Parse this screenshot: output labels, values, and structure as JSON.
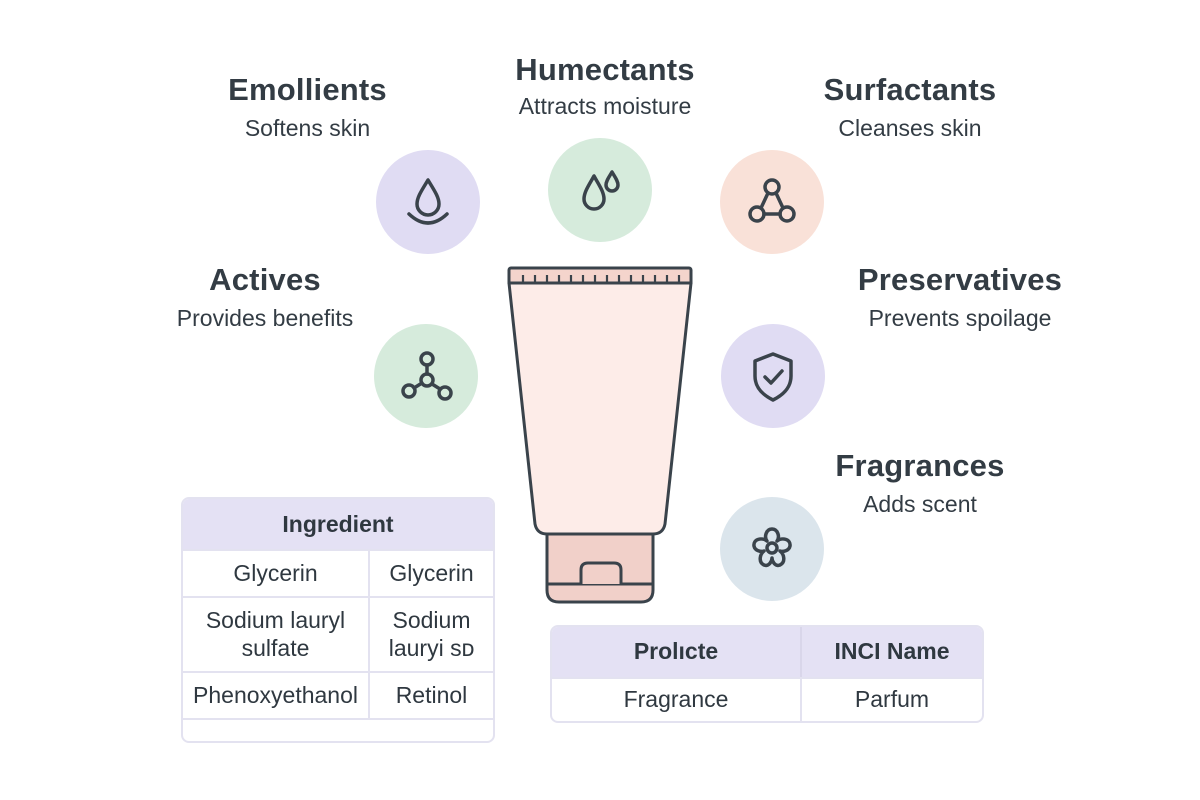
{
  "categories": [
    {
      "id": "emollients",
      "title": "Emollients",
      "desc": "Softens skin",
      "icon": "water-drop-icon",
      "color": "#e0dcf3"
    },
    {
      "id": "humectants",
      "title": "Humectants",
      "desc": "Attracts moisture",
      "icon": "water-drops-icon",
      "color": "#d6ebdc"
    },
    {
      "id": "surfactants",
      "title": "Surfactants",
      "desc": "Cleanses skin",
      "icon": "molecule-triangle-icon",
      "color": "#f9e1d8"
    },
    {
      "id": "actives",
      "title": "Actives",
      "desc": "Provides benefits",
      "icon": "molecule-branch-icon",
      "color": "#d6ebdc"
    },
    {
      "id": "preservatives",
      "title": "Preservatives",
      "desc": "Prevents spoilage",
      "icon": "shield-check-icon",
      "color": "#e0dcf3"
    },
    {
      "id": "fragrances",
      "title": "Fragrances",
      "desc": "Adds scent",
      "icon": "flower-icon",
      "color": "#dbe5ec"
    }
  ],
  "colors": {
    "stroke": "#3a434b",
    "tube_body": "#fdece8",
    "tube_cap": "#f1d0c9",
    "table_header": "#e4e1f4",
    "table_border": "#e3e2f0"
  },
  "ingredient_table": {
    "header": "Ingredient",
    "rows": [
      [
        "Glycerin",
        "Glycerin"
      ],
      [
        "Sodium lauryl sulfate",
        "Sodium lauryi sᴅ"
      ],
      [
        "Phenoxyethanol",
        "Retinol"
      ]
    ]
  },
  "product_table": {
    "headers": [
      "Prolıcte",
      "INCI Name"
    ],
    "rows": [
      [
        "Fragrance",
        "Parfum"
      ]
    ]
  }
}
